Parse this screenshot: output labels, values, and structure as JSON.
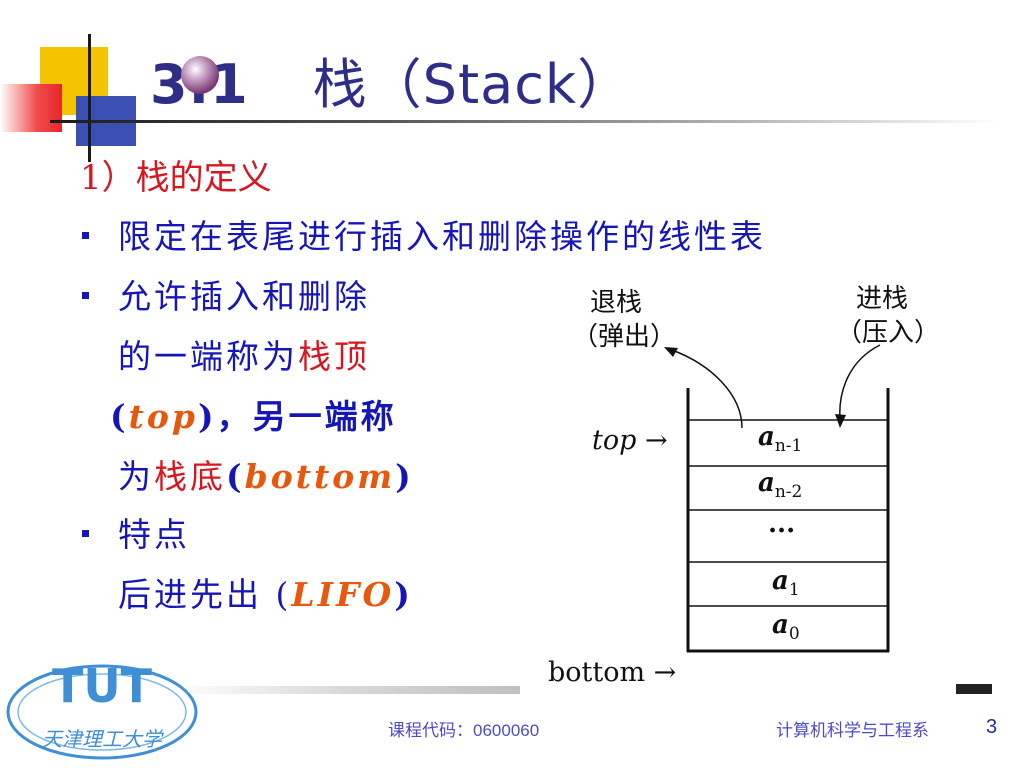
{
  "title": {
    "number": "3.1",
    "text": "栈（Stack）"
  },
  "section_heading": "1）栈的定义",
  "bullets": {
    "b1": "限定在表尾进行插入和删除操作的线性表",
    "b2_l1": "允许插入和删除",
    "b2_l2_pre": "的一端称为",
    "b2_l2_hl": "栈顶",
    "b2_l3_open": "(",
    "b2_l3_term": "top",
    "b2_l3_rest": ")，另一端称",
    "b2_l4_pre": "为",
    "b2_l4_hl": "栈底",
    "b2_l4_open": "(",
    "b2_l4_term": "bottom",
    "b2_l4_close": ")",
    "b3_l1": "特点",
    "b3_l2_pre": "后进先出 (",
    "b3_l2_term": "LIFO",
    "b3_l2_close": ")"
  },
  "diagram": {
    "pop_l1": "退栈",
    "pop_l2": "（弹出）",
    "push_l1": "进栈",
    "push_l2": "（压入）",
    "top_label": "top →",
    "bottom_label": "bottom →",
    "cells": [
      {
        "base": "a",
        "sub": "n-1"
      },
      {
        "base": "a",
        "sub": "n-2"
      },
      {
        "base": "···",
        "sub": ""
      },
      {
        "base": "a",
        "sub": "1"
      },
      {
        "base": "a",
        "sub": "0"
      }
    ]
  },
  "footer": {
    "course_code": "课程代码：0600060",
    "department": "计算机科学与工程系",
    "page": "3"
  },
  "logo": {
    "letters": "TUT",
    "name": "天津理工大学"
  },
  "colors": {
    "title": "#2e2e88",
    "body": "#1616b8",
    "highlight": "#d7171f",
    "term": "#e8580c"
  }
}
